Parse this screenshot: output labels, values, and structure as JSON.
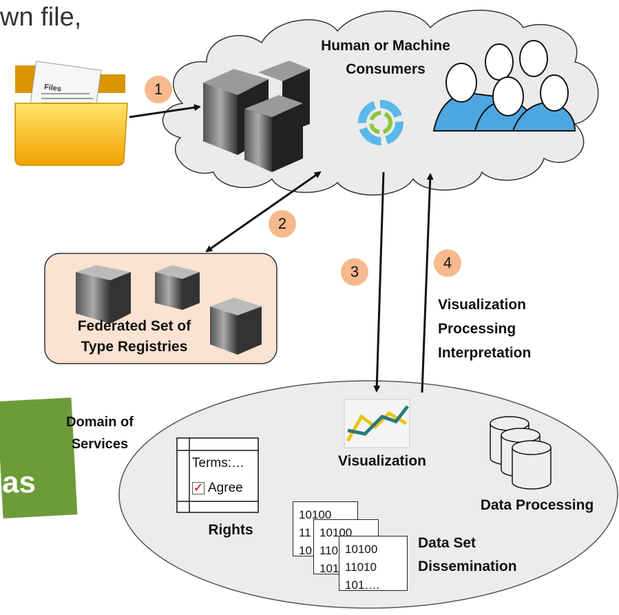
{
  "top_text": "wn file,",
  "badges": [
    "1",
    "2",
    "3",
    "4"
  ],
  "cloud": {
    "title_line1": "Human or Machine",
    "title_line2": "Consumers"
  },
  "registries": {
    "line1": "Federated Set of",
    "line2": "Type Registries"
  },
  "process_label": {
    "line1": "Visualization",
    "line2": "Processing",
    "line3": "Interpretation"
  },
  "domain_label": {
    "line1": "Domain of",
    "line2": "Services"
  },
  "green_box_text": "as",
  "rights": {
    "terms": "Terms:…",
    "agree": "Agree",
    "caption": "Rights"
  },
  "visualization_label": "Visualization",
  "data_processing_label": "Data Processing",
  "dataset": {
    "caption_line1": "Data Set",
    "caption_line2": "Dissemination",
    "doc1": [
      "10100",
      "11",
      "10"
    ],
    "doc2": [
      "10100",
      "110",
      "101"
    ],
    "doc3": [
      "10100",
      "11010",
      "101…."
    ]
  },
  "files_icon_text": "Files",
  "colors": {
    "badge": "#f7b98d",
    "green": "#6e9b3a",
    "registry_bg": "#fbe2d3",
    "ellipse": "#ececec",
    "cloud": "#ebebeb"
  }
}
